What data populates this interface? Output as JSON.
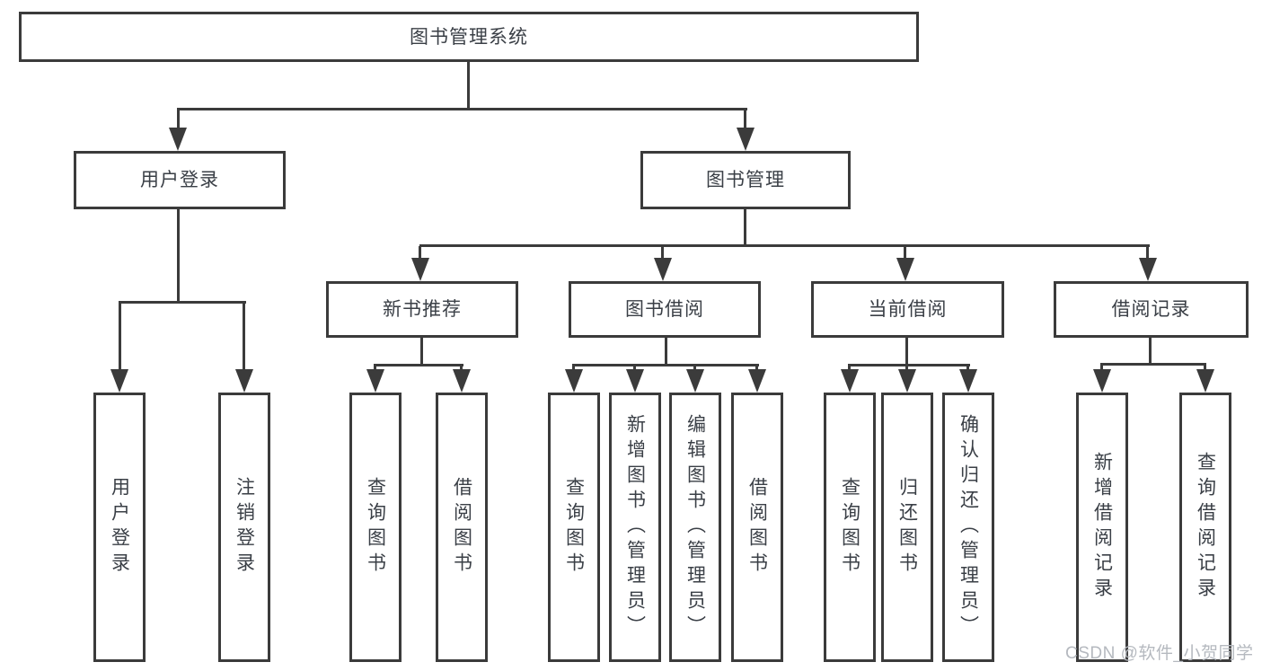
{
  "title": "图书管理系统",
  "level2": {
    "user_login": "用户登录",
    "book_management": "图书管理"
  },
  "level3": {
    "new_books": "新书推荐",
    "book_borrowing": "图书借阅",
    "current_borrowing": "当前借阅",
    "borrowing_records": "借阅记录"
  },
  "leaves": {
    "user_login": [
      "用户登录",
      "注销登录"
    ],
    "new_books": [
      "查询图书",
      "借阅图书"
    ],
    "book_borrowing": [
      "查询图书",
      "新增图书（管理员）",
      "编辑图书（管理员）",
      "借阅图书"
    ],
    "current_borrowing": [
      "查询图书",
      "归还图书",
      "确认归还（管理员）"
    ],
    "borrowing_records": [
      "新增借阅记录",
      "查询借阅记录"
    ]
  },
  "watermark": "CSDN @软件_小贺同学",
  "colors": {
    "line": "#3b3b3b",
    "text": "#3a3f46",
    "box_background": "#ffffff",
    "watermark": "#b5b9bf",
    "page_background": "#ffffff"
  }
}
